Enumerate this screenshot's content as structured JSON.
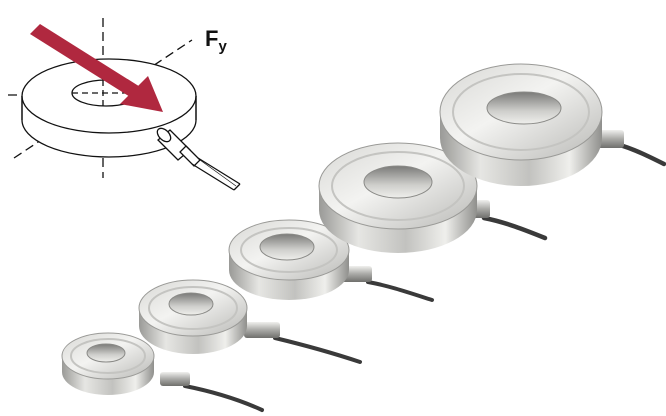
{
  "diagram": {
    "force_symbol": "F",
    "force_subscript": "y",
    "arrow_color": "#b0283f",
    "line_color": "#111111"
  },
  "photo": {
    "sensor_count": 5,
    "metal_light": "#f2f2f0",
    "metal_mid": "#c9c9c6",
    "metal_dark": "#8d8d8a",
    "cable_color": "#3a3a3a"
  }
}
